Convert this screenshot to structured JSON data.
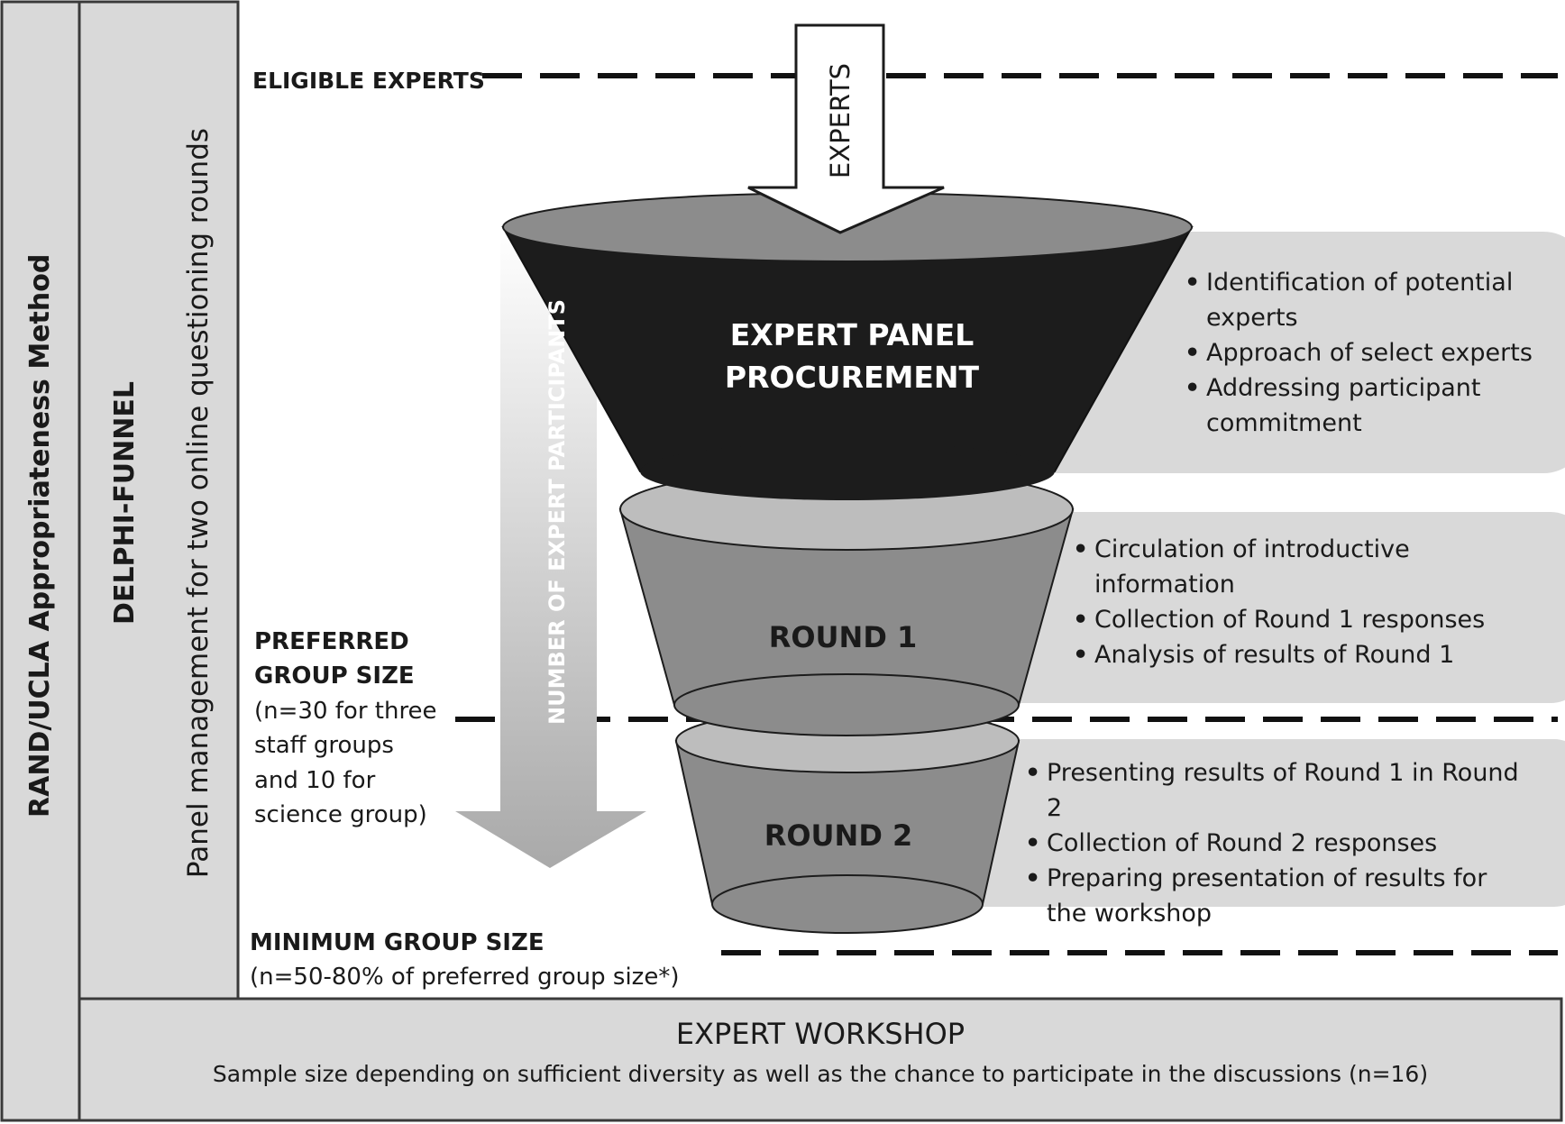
{
  "outer_label": "RAND/UCLA Appropriateness Method",
  "delphi": {
    "title": "DELPHI-FUNNEL",
    "subtitle": "Panel management for two online questioning rounds"
  },
  "levels": {
    "eligible": "ELIGIBLE EXPERTS",
    "preferred_title_1": "PREFERRED",
    "preferred_title_2": "GROUP SIZE",
    "preferred_desc": [
      "(n=30 for three",
      "staff groups",
      "and 10 for",
      "science group)"
    ],
    "minimum_title": "MINIMUM GROUP SIZE",
    "minimum_desc": "(n=50-80% of preferred group size*)"
  },
  "experts_arrow": "EXPERTS",
  "participants_arrow": "NUMBER OF EXPERT PARTICIPANTS",
  "stages": [
    {
      "title_1": "EXPERT PANEL",
      "title_2": "PROCUREMENT",
      "bullets": [
        "Identification of potential experts",
        "Approach of select experts",
        "Addressing participant commitment"
      ]
    },
    {
      "title_1": "ROUND 1",
      "bullets": [
        "Circulation of introductive information",
        "Collection of Round 1 responses",
        "Analysis of results of Round 1"
      ]
    },
    {
      "title_1": "ROUND 2",
      "bullets": [
        "Presenting results of Round 1 in Round 2",
        "Collection of Round 2 responses",
        "Preparing presentation of results for the workshop"
      ]
    }
  ],
  "workshop": {
    "title": "EXPERT WORKSHOP",
    "desc": "Sample size depending on sufficient diversity as well as the chance to participate in the discussions (n=16)"
  },
  "colors": {
    "panel_gray": "#d9d9d9",
    "funnel_black": "#1c1c1c",
    "funnel_mid": "#8c8c8c",
    "funnel_light": "#bdbdbd"
  }
}
